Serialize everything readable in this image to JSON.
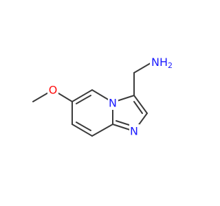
{
  "colors": {
    "background": "#ffffff",
    "bond": "#3a3a3a",
    "carbon": "#3a3a3a",
    "nitrogen": "#1a1aff",
    "oxygen": "#ff0d0d"
  },
  "atoms": {
    "amine_label": "NH",
    "amine_subscript": "2",
    "methoxy_oxygen": "O",
    "bridge_nitrogen": "N",
    "imidazole_nitrogen": "N"
  }
}
